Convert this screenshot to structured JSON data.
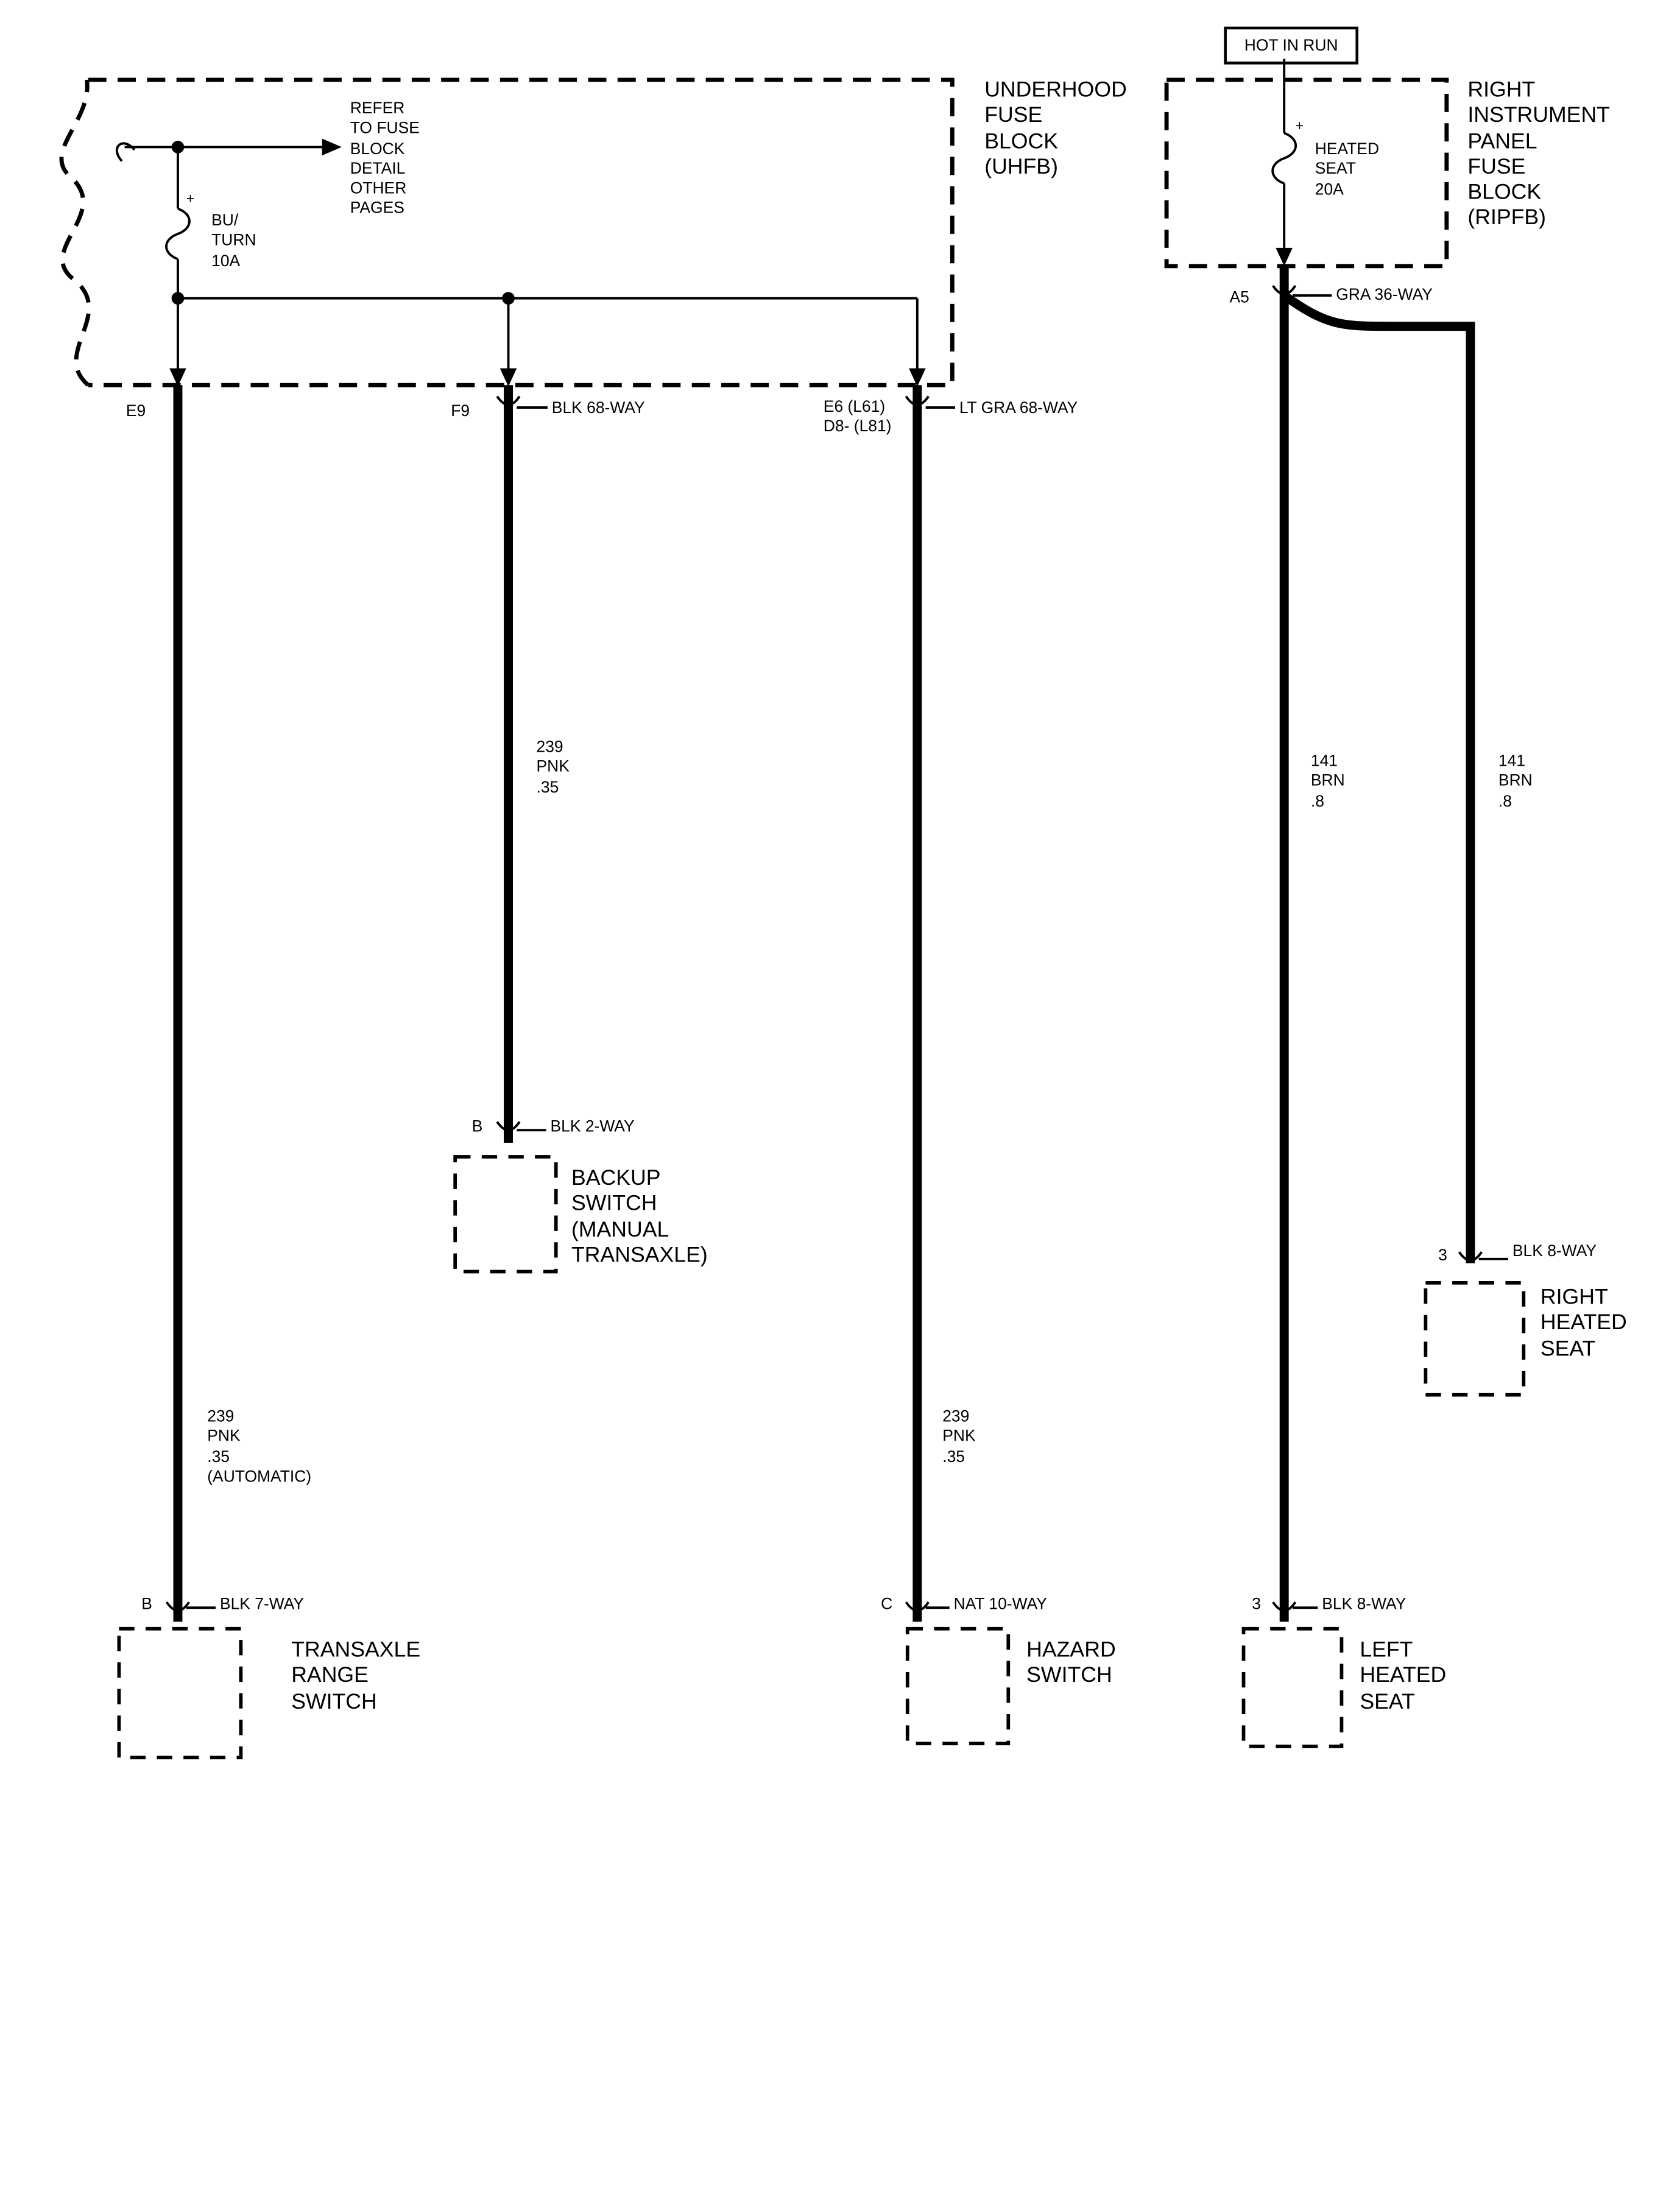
{
  "colors": {
    "ink": "#000000",
    "paper": "#ffffff"
  },
  "header": {
    "hot_in_run": "HOT IN RUN",
    "uhfb_title": "UNDERHOOD\nFUSE\nBLOCK\n(UHFB)",
    "ripfb_title": "RIGHT\nINSTRUMENT\nPANEL\nFUSE\nBLOCK\n(RIPFB)"
  },
  "uhfb": {
    "refer_note": "REFER\nTO FUSE\nBLOCK\nDETAIL\nOTHER\nPAGES",
    "fuse_plus": "+",
    "fuse_label": "BU/\nTURN\n10A",
    "pin_e9": "E9",
    "pin_f9": "F9",
    "pin_e6": "E6 (L61)\nD8- (L81)"
  },
  "ripfb": {
    "fuse_plus": "+",
    "fuse_label": "HEATED\nSEAT\n20A",
    "pin_a5": "A5",
    "connector_gra": "GRA 36-WAY"
  },
  "connectors": {
    "f9_top": "BLK 68-WAY",
    "e6_top": "LT GRA 68-WAY",
    "backup": "BLK 2-WAY",
    "transaxle": "BLK 7-WAY",
    "hazard": "NAT 10-WAY",
    "left_seat": "BLK 8-WAY",
    "right_seat": "BLK 8-WAY"
  },
  "wire_labels": {
    "pnk_f9": "239\nPNK\n.35",
    "pnk_e9": "239\nPNK\n.35\n(AUTOMATIC)",
    "pnk_e6": "239\nPNK\n.35",
    "brn_left": "141\nBRN\n.8",
    "brn_right": "141\nBRN\n.8"
  },
  "pins": {
    "backup": "B",
    "transaxle": "B",
    "hazard": "C",
    "left_seat": "3",
    "right_seat": "3"
  },
  "components": {
    "backup": "BACKUP\nSWITCH\n(MANUAL\nTRANSAXLE)",
    "transaxle": "TRANSAXLE\nRANGE\nSWITCH",
    "hazard": "HAZARD\nSWITCH",
    "left_seat": "LEFT\nHEATED\nSEAT",
    "right_seat": "RIGHT\nHEATED\nSEAT"
  }
}
